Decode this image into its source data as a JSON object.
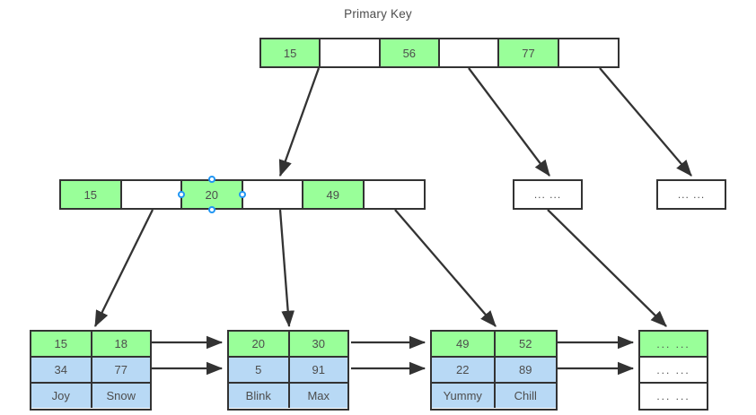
{
  "title": "Primary Key",
  "colors": {
    "key_green": "#99ff99",
    "value_blue": "#b8d9f5",
    "border": "#333333",
    "text": "#4d4d4d",
    "selection": "#2196f3",
    "background": "#ffffff"
  },
  "ellipsis": "...   ...",
  "root": {
    "label": "root-node",
    "cells": [
      {
        "text": "15",
        "fill": "green"
      },
      {
        "text": "",
        "fill": "white"
      },
      {
        "text": "56",
        "fill": "green"
      },
      {
        "text": "",
        "fill": "white"
      },
      {
        "text": "77",
        "fill": "green"
      },
      {
        "text": "",
        "fill": "white"
      }
    ]
  },
  "internal": {
    "label": "internal-level",
    "first": {
      "label": "internal-node-1",
      "cells": [
        {
          "text": "15",
          "fill": "green"
        },
        {
          "text": "",
          "fill": "white"
        },
        {
          "text": "20",
          "fill": "green",
          "selected": true
        },
        {
          "text": "",
          "fill": "white"
        },
        {
          "text": "49",
          "fill": "green"
        },
        {
          "text": "",
          "fill": "white"
        }
      ]
    },
    "second": {
      "label": "internal-node-2",
      "text": "...   ..."
    },
    "third": {
      "label": "internal-node-3",
      "text": "...   ..."
    }
  },
  "leaves": [
    {
      "label": "leaf-node-1",
      "rows": [
        {
          "fill": "green",
          "cells": [
            "15",
            "18"
          ]
        },
        {
          "fill": "blue",
          "cells": [
            "34",
            "77"
          ]
        },
        {
          "fill": "blue",
          "cells": [
            "Joy",
            "Snow"
          ]
        }
      ]
    },
    {
      "label": "leaf-node-2",
      "rows": [
        {
          "fill": "green",
          "cells": [
            "20",
            "30"
          ]
        },
        {
          "fill": "blue",
          "cells": [
            "5",
            "91"
          ]
        },
        {
          "fill": "blue",
          "cells": [
            "Blink",
            "Max"
          ]
        }
      ]
    },
    {
      "label": "leaf-node-3",
      "rows": [
        {
          "fill": "green",
          "cells": [
            "49",
            "52"
          ]
        },
        {
          "fill": "blue",
          "cells": [
            "22",
            "89"
          ]
        },
        {
          "fill": "blue",
          "cells": [
            "Yummy",
            "Chill"
          ]
        }
      ]
    },
    {
      "label": "leaf-node-4",
      "rows": [
        {
          "fill": "green",
          "cells": [
            "...   ..."
          ]
        },
        {
          "fill": "white",
          "cells": [
            "...   ..."
          ]
        },
        {
          "fill": "white",
          "cells": [
            "...   ..."
          ]
        }
      ]
    }
  ]
}
